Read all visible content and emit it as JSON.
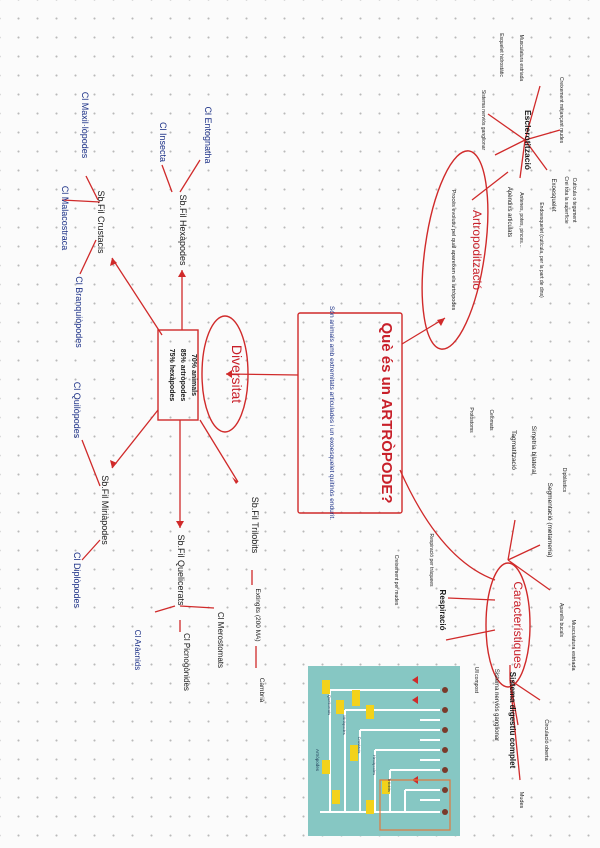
{
  "title": "Què és un ARTRÒPODE?",
  "definition": "Són animals amb extremitats articulades i un exoesquelet quitinós endurit.",
  "artropoditzacio": {
    "title": "Artropodització",
    "note": "Procés evolutiu pel qual apareixen els artròpodes",
    "sclerotization": "Esclerotització",
    "exoskeleton": "Exoesquelet",
    "exoskeleton_notes": [
      "Crei tota la superfície",
      "Cutícula o tegument"
    ],
    "cuticle_note": "Endoesquelet (cutícula, per la part de dins)",
    "appendages": "Apèndixs articulats",
    "appendages_note": "Antenes, potes, pinces…",
    "top_notes": [
      "Musculatura estriada",
      "Creixement mitjançant mudes",
      "Sistema nerviós ganglionar",
      "Esquelet hidrostàtic"
    ]
  },
  "diversitat": {
    "title": "Diversitat",
    "stats": [
      "70% animals",
      "85% artròpodes",
      "75% hexàpodes"
    ],
    "subphyla": {
      "hexapods": "Sb.Fil Hexàpodes",
      "crustacis": "Sb.Fil Crustacis",
      "miriapodes": "Sb.Fil Miriàpodes",
      "quelicerats": "Sb.Fil Quelicerats",
      "trilobits": "Sb.Fil Trilobits"
    },
    "classes": {
      "entognatha": "Cl Entognatha",
      "insecta": "Cl Insecta",
      "malacostraca": "Cl Malacostraca",
      "maxillopoda": "Cl Maxil·lòpodes",
      "branchiopoda": "Cl Branquiòpodes",
      "chilopoda": "Cl Quilòpodes",
      "diplopoda": "Cl Diplòpodes",
      "merostomata": "Cl Merostomats",
      "pycnogonida": "Cl Picnogònides",
      "arachnida": "Cl Aràcnids"
    },
    "trilobits_note": "Extingits (200 MA)",
    "trilobits_note2": "Cambrià"
  },
  "caracteristiques": {
    "title": "Característiques",
    "items": [
      "Simetria bilateral",
      "Segmentació (metameria)",
      "Tagmatització",
      "Musculatura estriada",
      "Respiració",
      "Sistema digestiu complet",
      "Sistema nerviós ganglionar",
      "Circulació oberta",
      "Mudes"
    ],
    "notes": [
      "Protòstoms",
      "Celomats",
      "Dipblàstics",
      "Respiració per tràquees",
      "Aparells bucals",
      "Creixement per mudes",
      "Ull compost"
    ]
  },
  "inset": {
    "labels": [
      "Artròpodes",
      "Quelicerats",
      "Miriàpodes",
      "Crustacis",
      "Hexàpodes",
      "Trilobits"
    ]
  },
  "colors": {
    "red": "#c8202a",
    "blue": "#1a2f86",
    "inset_bg": "#86c7c3",
    "inset_yellow": "#f3d21b"
  }
}
